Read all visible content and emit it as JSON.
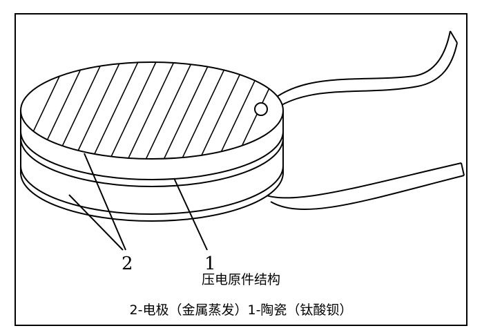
{
  "figure": {
    "callout_2": "2",
    "callout_1": "1",
    "title": "压电原件结构",
    "legend": "2-电极（金属蒸发）1-陶瓷（钛酸钡）"
  },
  "colors": {
    "stroke": "#000000",
    "background": "#ffffff"
  }
}
